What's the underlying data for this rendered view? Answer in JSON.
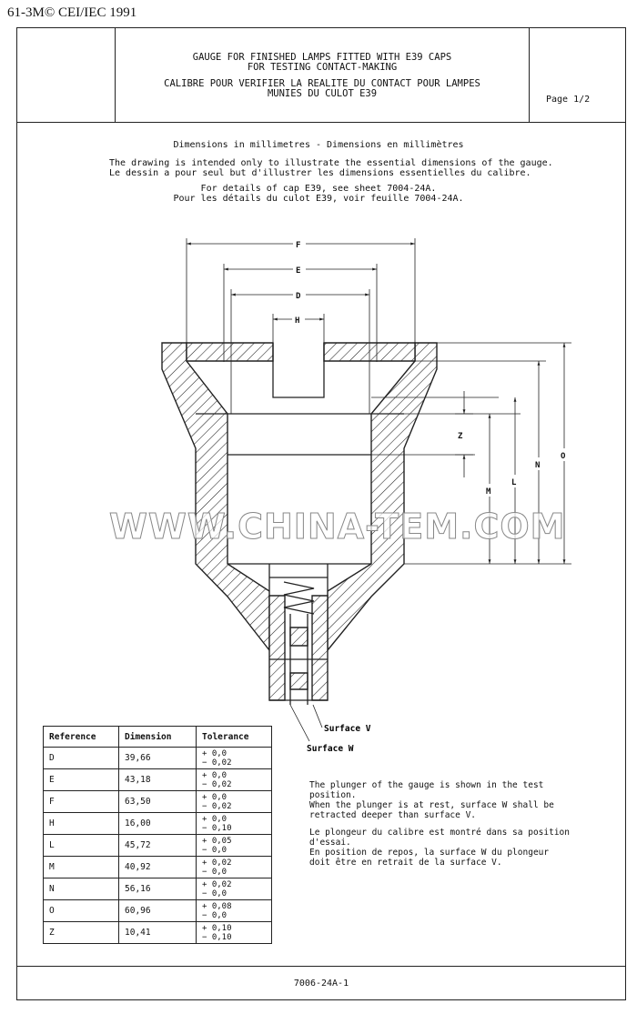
{
  "header": {
    "standard_ref": "61-3M© CEI/IEC 1991",
    "title_en_1": "GAUGE FOR FINISHED LAMPS FITTED WITH E39 CAPS",
    "title_en_2": "FOR TESTING CONTACT-MAKING",
    "title_fr_1": "CALIBRE POUR VERIFIER LA REALITE DU CONTACT POUR LAMPES",
    "title_fr_2": "MUNIES DU CULOT E39",
    "page": "Page 1/2"
  },
  "intro": {
    "dimensions_note": "Dimensions in millimetres - Dimensions en millimètres",
    "purpose_en": "The drawing is intended only to illustrate the essential dimensions of the gauge.",
    "purpose_fr": "Le dessin a pour seul but d'illustrer les dimensions essentielles du calibre.",
    "details_en": "For details of cap E39, see sheet 7004-24A.",
    "details_fr": "Pour les détails du culot E39, voir feuille 7004-24A."
  },
  "drawing": {
    "dim_labels": {
      "F": "F",
      "E": "E",
      "D": "D",
      "H": "H",
      "Z": "Z",
      "M": "M",
      "L": "L",
      "N": "N",
      "O": "O"
    },
    "surface_v": "Surface V",
    "surface_w": "Surface W"
  },
  "table": {
    "headers": [
      "Reference",
      "Dimension",
      "Tolerance"
    ],
    "rows": [
      {
        "ref": "D",
        "dim": "39,66",
        "tol": "+ 0,0\n− 0,02"
      },
      {
        "ref": "E",
        "dim": "43,18",
        "tol": "+ 0,0\n− 0,02"
      },
      {
        "ref": "F",
        "dim": "63,50",
        "tol": "+ 0,0\n− 0,02"
      },
      {
        "ref": "H",
        "dim": "16,00",
        "tol": "+ 0,0\n− 0,10"
      },
      {
        "ref": "L",
        "dim": "45,72",
        "tol": "+ 0,05\n− 0,0"
      },
      {
        "ref": "M",
        "dim": "40,92",
        "tol": "+ 0,02\n− 0,0"
      },
      {
        "ref": "N",
        "dim": "56,16",
        "tol": "+ 0,02\n− 0,0"
      },
      {
        "ref": "O",
        "dim": "60,96",
        "tol": "+ 0,08\n− 0,0"
      },
      {
        "ref": "Z",
        "dim": "10,41",
        "tol": "+ 0,10\n− 0,10"
      }
    ]
  },
  "notes": {
    "en_1": "The plunger of the gauge is shown in the test position.",
    "en_2": "When the plunger is at rest, surface W shall be retracted deeper than surface V.",
    "fr_1": "Le plongeur du calibre est montré dans sa position d'essai.",
    "fr_2": "En position de repos, la surface W du plongeur doit être en retrait de la surface V."
  },
  "footer": {
    "sheet_code": "7006-24A-1"
  },
  "watermark": "WWW.CHINA-TEM.COM"
}
